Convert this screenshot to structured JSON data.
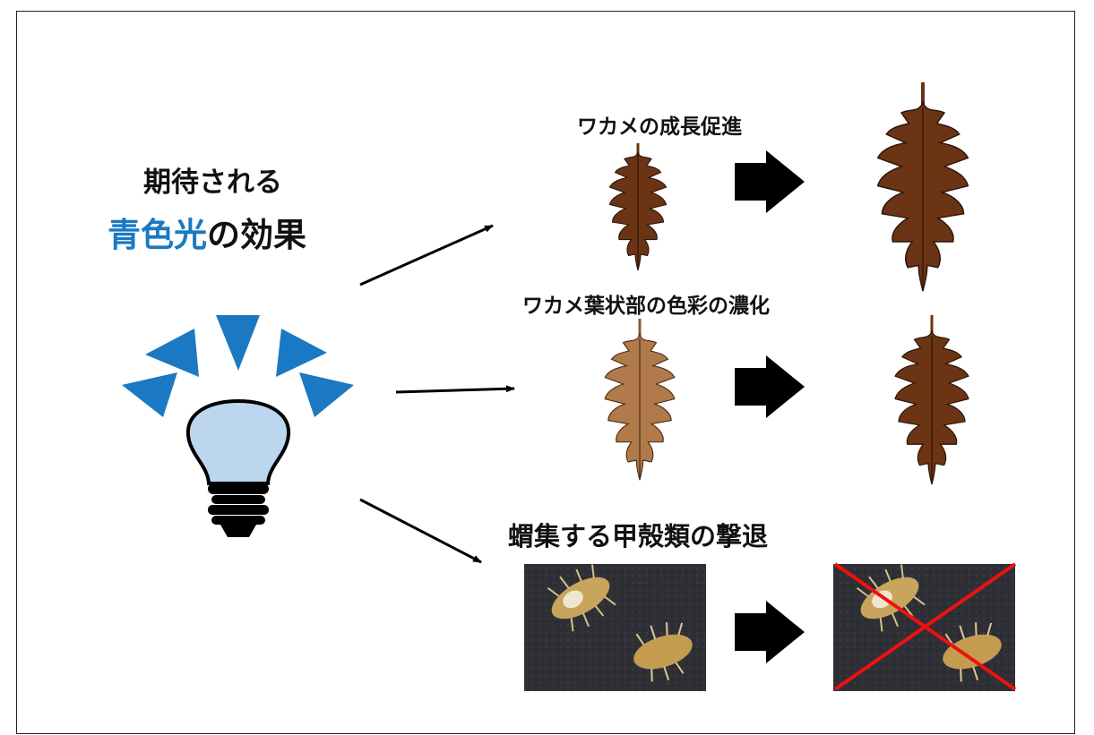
{
  "heading": {
    "line1": "期待される",
    "line2_highlight": "青色光",
    "line2_rest": "の効果"
  },
  "effects": [
    {
      "label": "ワカメの成長促進"
    },
    {
      "label": "ワカメ葉状部の色彩の濃化"
    },
    {
      "label": "蝟集する甲殻類の撃退"
    }
  ],
  "colors": {
    "accent_blue": "#1a79c2",
    "bulb_fill": "#bcd6ef",
    "wakame_dark": "#6b3414",
    "wakame_light": "#b07a4a",
    "cross_red": "#ee1111"
  },
  "icons": [
    "light-bulb-icon",
    "arrow-right-icon",
    "wakame-icon",
    "isopod-photo",
    "red-x-icon"
  ]
}
